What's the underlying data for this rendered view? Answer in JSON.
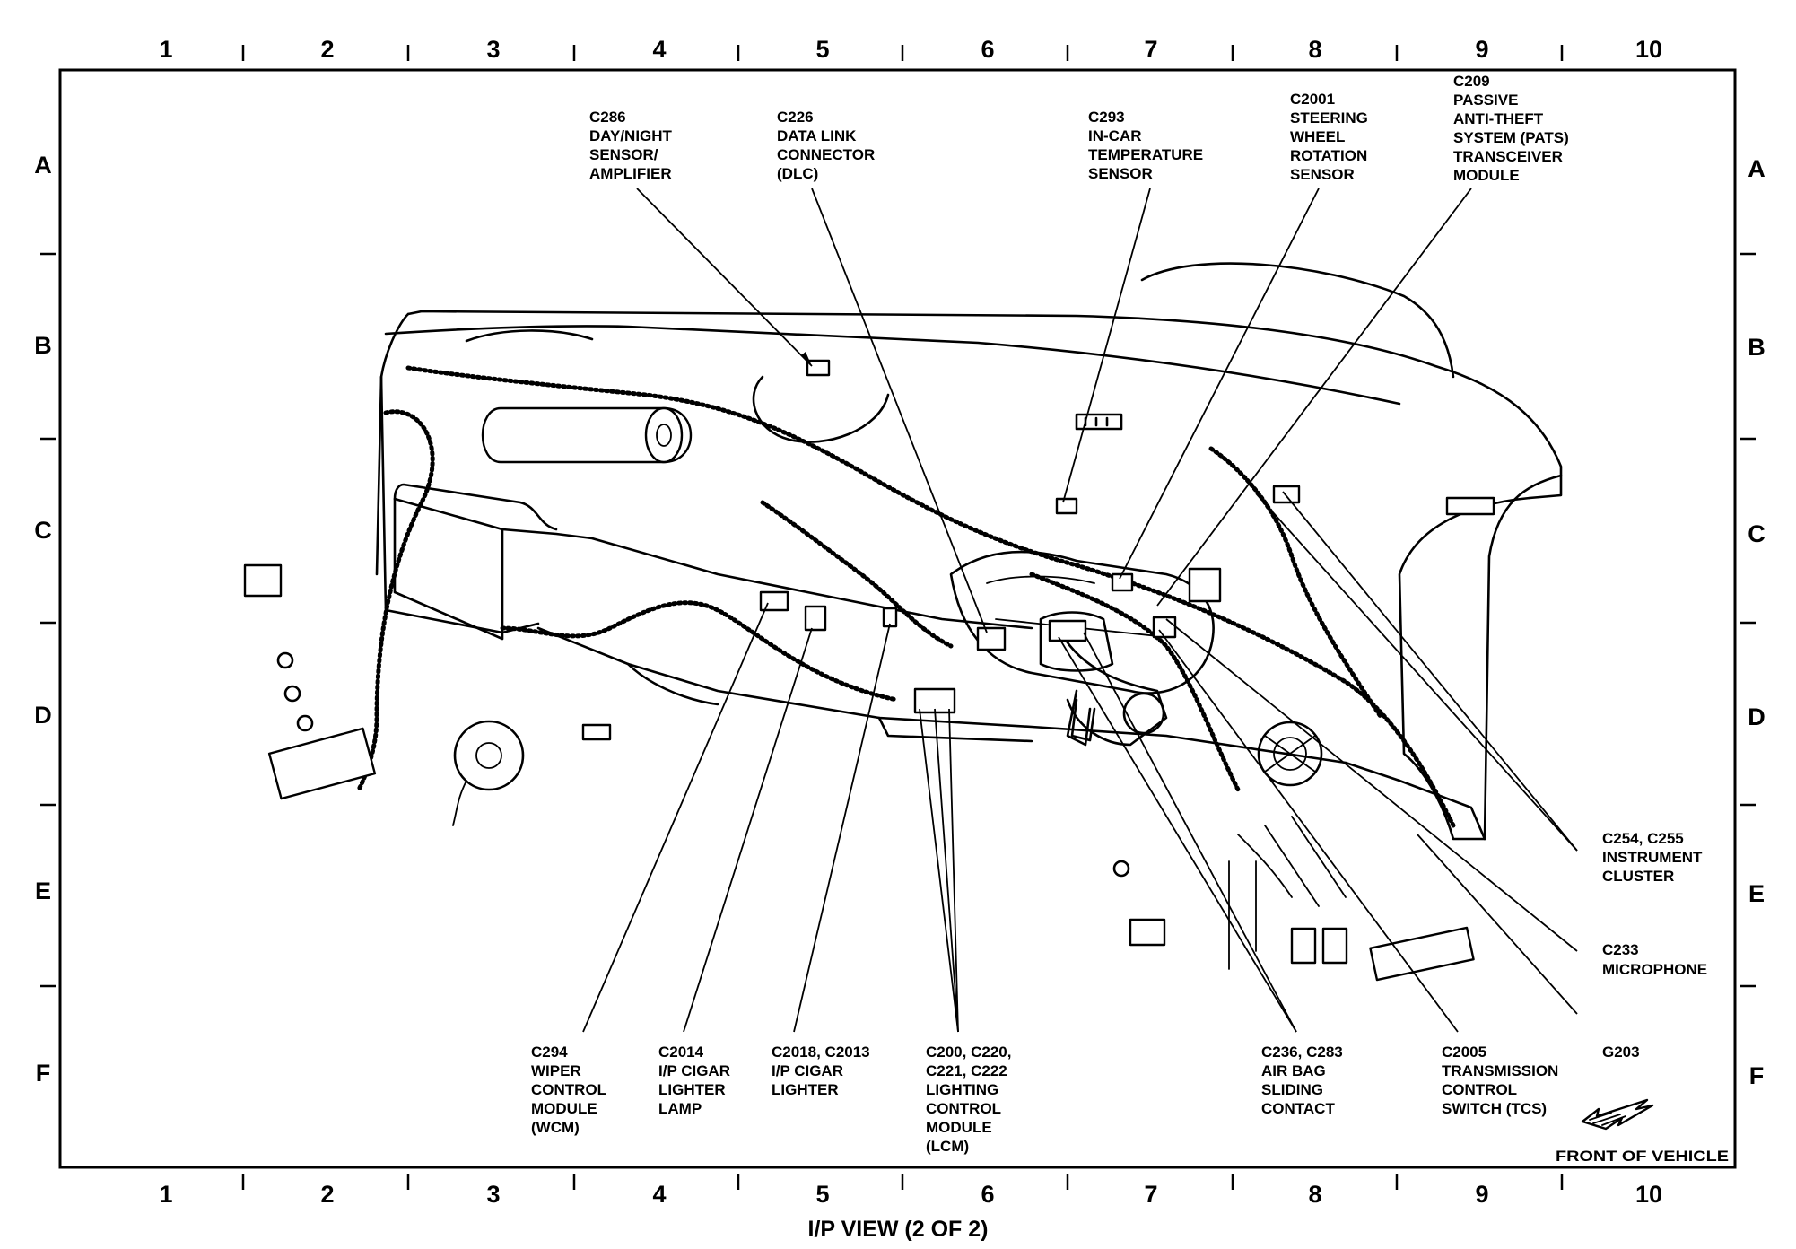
{
  "grid": {
    "columns": [
      "1",
      "2",
      "3",
      "4",
      "5",
      "6",
      "7",
      "8",
      "9",
      "10"
    ],
    "rows": [
      "A",
      "B",
      "C",
      "D",
      "E",
      "F"
    ]
  },
  "callouts": [
    {
      "id": "c286",
      "lines": [
        "C286",
        "DAY/NIGHT",
        "SENSOR/",
        "AMPLIFIER"
      ]
    },
    {
      "id": "c226",
      "lines": [
        "C226",
        "DATA LINK",
        "CONNECTOR",
        "(DLC)"
      ]
    },
    {
      "id": "c293",
      "lines": [
        "C293",
        "IN-CAR",
        "TEMPERATURE",
        "SENSOR"
      ]
    },
    {
      "id": "c2001",
      "lines": [
        "C2001",
        "STEERING",
        "WHEEL",
        "ROTATION",
        "SENSOR"
      ]
    },
    {
      "id": "c209",
      "lines": [
        "C209",
        "PASSIVE",
        "ANTI-THEFT",
        "SYSTEM (PATS)",
        "TRANSCEIVER",
        "MODULE"
      ]
    },
    {
      "id": "c254",
      "lines": [
        "C254, C255",
        "INSTRUMENT",
        "CLUSTER"
      ]
    },
    {
      "id": "c233",
      "lines": [
        "C233",
        "MICROPHONE"
      ]
    },
    {
      "id": "g203",
      "lines": [
        "G203"
      ]
    },
    {
      "id": "c294",
      "lines": [
        "C294",
        "WIPER",
        "CONTROL",
        "MODULE",
        "(WCM)"
      ]
    },
    {
      "id": "c2014",
      "lines": [
        "C2014",
        "I/P CIGAR",
        "LIGHTER",
        "LAMP"
      ]
    },
    {
      "id": "c2018",
      "lines": [
        "C2018, C2013",
        "I/P CIGAR",
        "LIGHTER"
      ]
    },
    {
      "id": "c200",
      "lines": [
        "C200, C220,",
        "C221, C222",
        "LIGHTING",
        "CONTROL",
        "MODULE",
        "(LCM)"
      ]
    },
    {
      "id": "c236",
      "lines": [
        "C236, C283",
        "AIR BAG",
        "SLIDING",
        "CONTACT"
      ]
    },
    {
      "id": "c2005",
      "lines": [
        "C2005",
        "TRANSMISSION",
        "CONTROL",
        "SWITCH (TCS)"
      ]
    }
  ],
  "front_of_vehicle": "FRONT OF VEHICLE",
  "view_title": "I/P VIEW (2 OF 2)",
  "colors": {
    "ink": "#000000",
    "paper": "#ffffff"
  }
}
